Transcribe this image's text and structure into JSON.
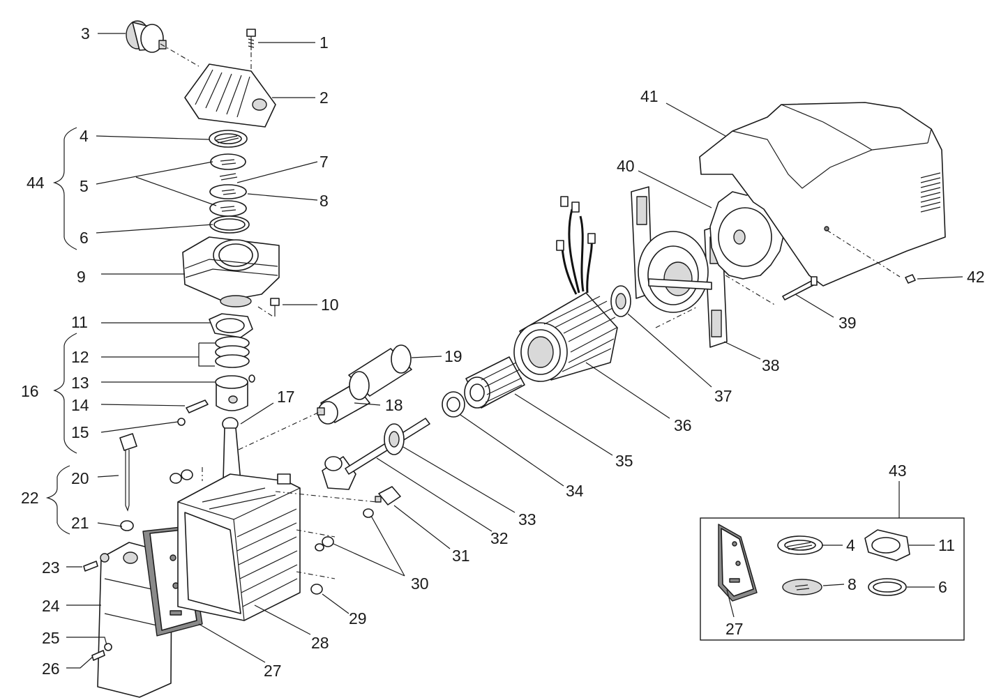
{
  "labels": {
    "p1": "1",
    "p2": "2",
    "p3": "3",
    "p4": "4",
    "p5": "5",
    "p6": "6",
    "p7": "7",
    "p8": "8",
    "p9": "9",
    "p10": "10",
    "p11": "11",
    "p12": "12",
    "p13": "13",
    "p14": "14",
    "p15": "15",
    "p16": "16",
    "p17": "17",
    "p18": "18",
    "p19": "19",
    "p20": "20",
    "p21": "21",
    "p22": "22",
    "p23": "23",
    "p24": "24",
    "p25": "25",
    "p26": "26",
    "p27": "27",
    "p28": "28",
    "p29": "29",
    "p30": "30",
    "p31": "31",
    "p32": "32",
    "p33": "33",
    "p34": "34",
    "p35": "35",
    "p36": "36",
    "p37": "37",
    "p38": "38",
    "p39": "39",
    "p40": "40",
    "p41": "41",
    "p42": "42",
    "p43": "43",
    "p44": "44"
  },
  "kit": {
    "p4": "4",
    "p11": "11",
    "p8": "8",
    "p6": "6",
    "p27": "27"
  }
}
